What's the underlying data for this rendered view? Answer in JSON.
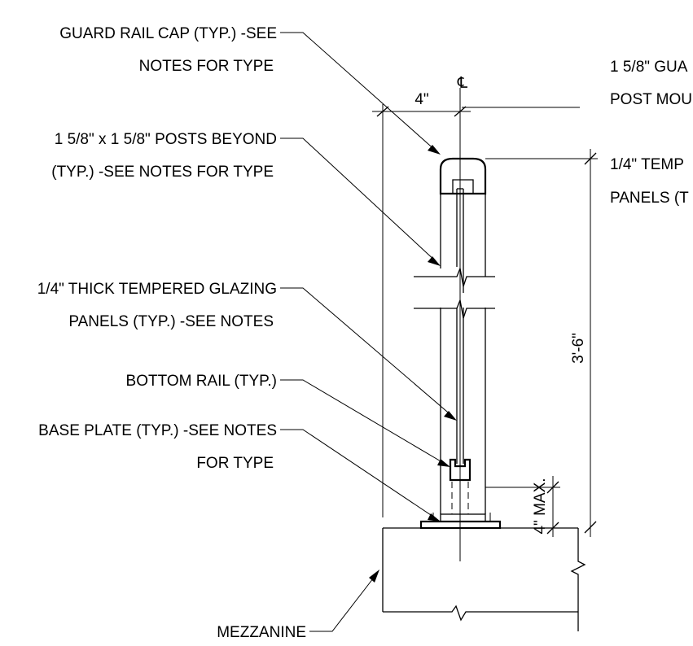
{
  "labels": {
    "guard_rail_cap_1": "GUARD RAIL CAP (TYP.) -SEE",
    "guard_rail_cap_2": "NOTES FOR TYPE",
    "posts_beyond_1": "1 5/8\" x 1 5/8\" POSTS BEYOND",
    "posts_beyond_2": "(TYP.) -SEE NOTES FOR TYPE",
    "glazing_1": "1/4\" THICK TEMPERED GLAZING",
    "glazing_2": "PANELS (TYP.) -SEE NOTES",
    "bottom_rail": "BOTTOM RAIL (TYP.)",
    "base_plate_1": "BASE PLATE (TYP.) -SEE NOTES",
    "base_plate_2": "FOR TYPE",
    "mezzanine": "MEZZANINE",
    "right_guard_1": "1 5/8\" GUA",
    "right_guard_2": "POST MOU",
    "right_temp_1": "1/4\" TEMP",
    "right_temp_2": "PANELS (T"
  },
  "dimensions": {
    "width": "4\"",
    "centerline": "℄",
    "height": "3'-6\"",
    "max_gap": "4\" MAX."
  }
}
